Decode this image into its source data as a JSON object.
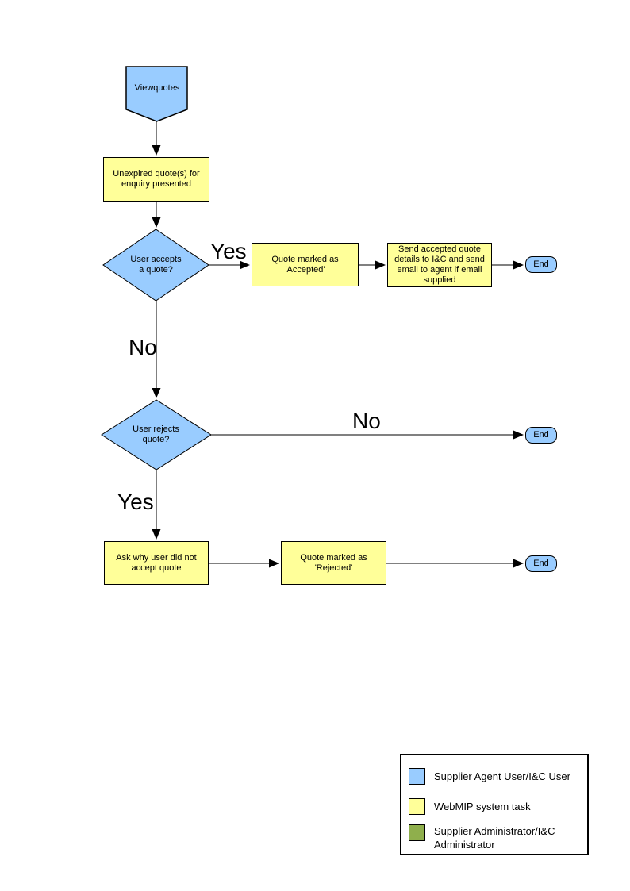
{
  "colors": {
    "blue": "#99CCFF",
    "yellow": "#FFFF99",
    "green": "#8FAF4C",
    "line": "#000000",
    "background": "#FFFFFF"
  },
  "flowchart": {
    "nodes": {
      "start": {
        "label": "Viewquotes"
      },
      "unexpired": {
        "label": "Unexpired quote(s) for\nenquiry presented"
      },
      "accepts": {
        "label": "User accepts\na quote?"
      },
      "accepted": {
        "label": "Quote marked as\n'Accepted'"
      },
      "send_details": {
        "label": "Send accepted quote\ndetails to I&C and send\nemail to agent if email\nsupplied"
      },
      "rejects": {
        "label": "User rejects\nquote?"
      },
      "ask_why": {
        "label": "Ask why user did not\naccept quote"
      },
      "rejected": {
        "label": "Quote marked as\n'Rejected'"
      },
      "end": {
        "label": "End"
      }
    },
    "edge_labels": {
      "accept_yes": "Yes",
      "accept_no": "No",
      "reject_no": "No",
      "reject_yes": "Yes"
    }
  },
  "legend": {
    "items": [
      {
        "color": "#99CCFF",
        "label": "Supplier Agent User/I&C User"
      },
      {
        "color": "#FFFF99",
        "label": "WebMIP system task"
      },
      {
        "color": "#8FAF4C",
        "label": "Supplier Administrator/I&C\nAdministrator"
      }
    ]
  }
}
